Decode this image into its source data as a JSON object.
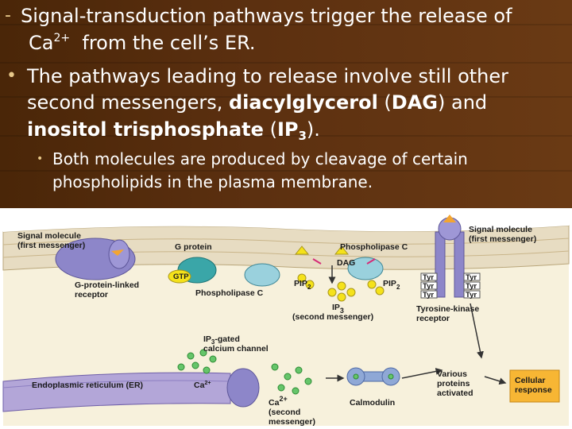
{
  "slide": {
    "bullet1": {
      "marker": "-",
      "line1": "Signal-transduction pathways trigger the release of",
      "line2_pre": "Ca",
      "line2_sup": "2+",
      "line2_post": "  from the cell’s ER."
    },
    "bullet2": {
      "marker": "•",
      "line1": "The pathways leading to release involve still other",
      "line2_pre": "second messengers, ",
      "line2_bold": "diacylglycerol",
      "line2_mid": " (",
      "line2_bold2": "DAG",
      "line2_post": ") and",
      "line3_bold": "inositol trisphosphate",
      "line3_mid": " (",
      "line3_bold2": "IP",
      "line3_sub": "3",
      "line3_post": ")."
    },
    "sub_bullet": {
      "marker": "•",
      "line1": "Both molecules are produced by cleavage of certain",
      "line2": "phospholipids in the plasma membrane."
    }
  },
  "figure": {
    "signal_molecule_left": [
      "Signal molecule",
      "(first messenger)"
    ],
    "g_protein": "G protein",
    "gtp": "GTP",
    "g_protein_linked_receptor": [
      "G-protein-linked",
      "receptor"
    ],
    "phospholipase_c_top": "Phospholipase C",
    "phospholipase_c_mid": "Phospholipase C",
    "dag": "DAG",
    "pip2_left": "PIP",
    "pip2_right": "PIP",
    "pip2_sub": "2",
    "ip3": "IP",
    "ip3_sub": "3",
    "ip3_note": "(second messenger)",
    "signal_molecule_right": [
      "Signal molecule",
      "(first messenger)"
    ],
    "tyr_left": [
      "Tyr",
      "Tyr",
      "Tyr"
    ],
    "tyr_right": [
      "Tyr",
      "Tyr",
      "Tyr"
    ],
    "tyrosine_kinase_receptor": [
      "Tyrosine-kinase",
      "receptor"
    ],
    "ip3_gated_channel": [
      "IP",
      "-gated",
      "calcium channel"
    ],
    "endoplasmic_reticulum": "Endoplasmic reticulum (ER)",
    "ca_small": "Ca",
    "ca_small_sup": "2+",
    "ca_big": "Ca",
    "ca_big_sup": "2+",
    "ca_note": [
      "(second",
      "messenger)"
    ],
    "calmodulin": "Calmodulin",
    "various_proteins": [
      "Various",
      "proteins",
      "activated"
    ],
    "cellular_response": [
      "Cellular",
      "response"
    ]
  },
  "colors": {
    "background": "#5c3010",
    "membrane": "#e7dcc2",
    "cytoplasm": "#f7f1dc",
    "receptor_purple": "#8d86c9",
    "g_protein_teal": "#3aa6a8",
    "molecule_yellow": "#f5e21a",
    "response_box": "#f7b634"
  }
}
